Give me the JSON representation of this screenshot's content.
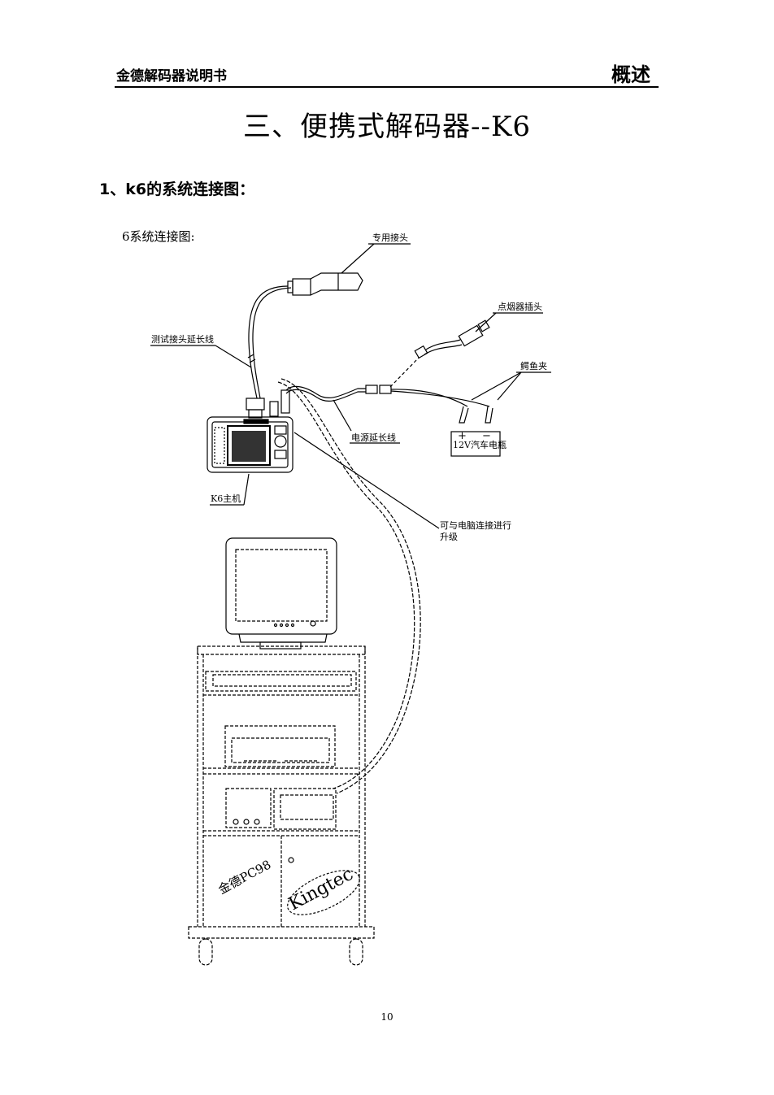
{
  "header": {
    "left": "金德解码器说明书",
    "right": "概述"
  },
  "title": "三、便携式解码器--K6",
  "section_heading": "1、k6的系统连接图：",
  "figure_caption": "6系统连接图:",
  "diagram": {
    "labels": {
      "special_connector": "专用接头",
      "cigarette_plug": "点烟器插头",
      "alligator_clip": "鳄鱼夹",
      "test_extension": "测试接头延长线",
      "power_extension": "电源延长线",
      "battery": "12V汽车电瓶",
      "k6_host": "K6主机",
      "pc_upgrade_1": "可与电脑连接进行",
      "pc_upgrade_2": "升级",
      "cabinet_label": "金德PC98",
      "brand": "Kingtec"
    },
    "battery_terminals": {
      "plus": "+",
      "minus": "−"
    }
  },
  "page_number": "10"
}
